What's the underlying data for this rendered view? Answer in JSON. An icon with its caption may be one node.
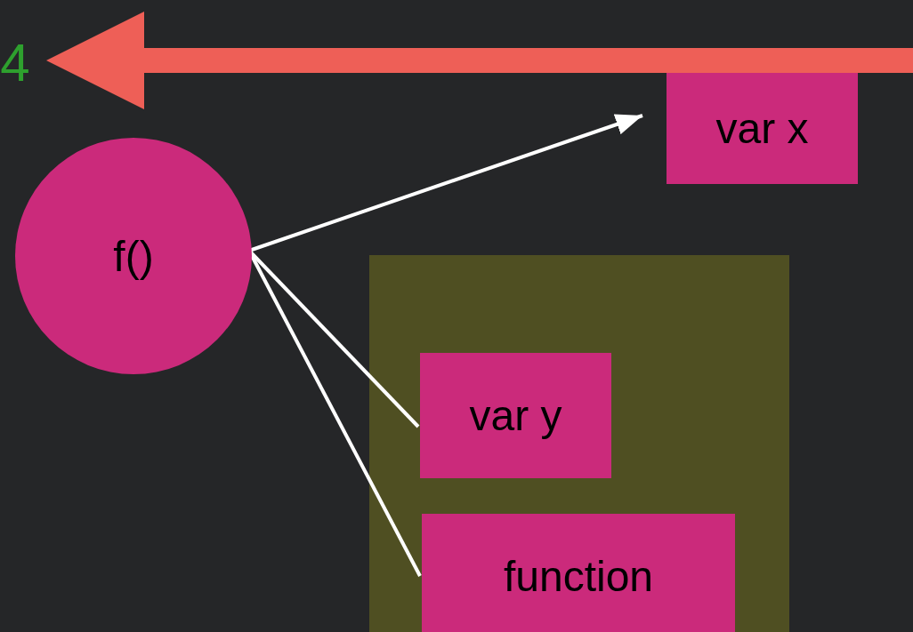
{
  "diagram": {
    "nodes": [
      {
        "text": [
          "f()"
        ]
      },
      {
        "text": [
          "var x"
        ]
      },
      {
        "text": [],
        "shape": "box"
      },
      {
        "text": [
          "var y"
        ],
        "in": 2
      },
      {
        "text": [
          "function"
        ],
        "in": 2
      },
      {
        "text": [
          "4"
        ]
      }
    ],
    "edges": [
      {
        "from": 0,
        "to": 1,
        "arrow": "to"
      },
      {
        "from": 0,
        "to": 3,
        "arrow": "none"
      },
      {
        "from": 0,
        "to": 4,
        "arrow": "none"
      },
      {
        "from": null,
        "to": 5,
        "arrow": "to",
        "style": "thick",
        "color": "#ee5f57"
      }
    ]
  }
}
